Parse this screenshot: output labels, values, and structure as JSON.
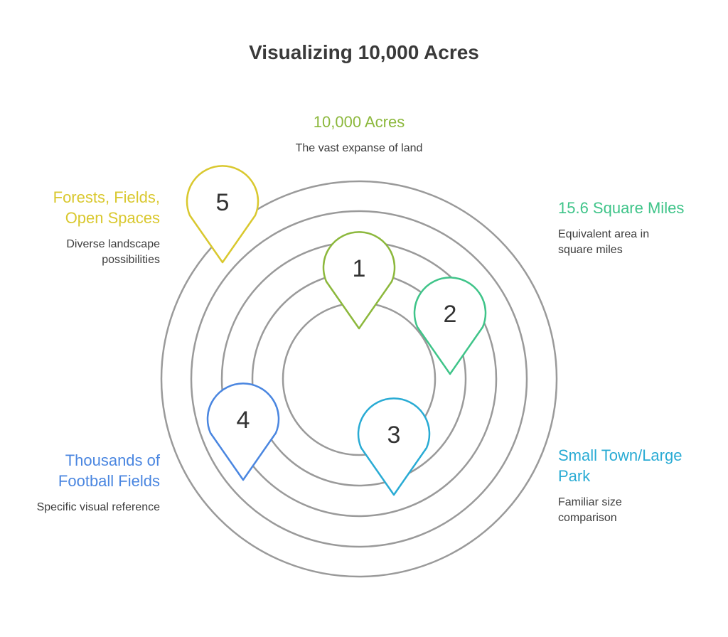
{
  "title": "Visualizing 10,000 Acres",
  "colors": {
    "ring": "#9a9a9a",
    "item1": "#8cb83c",
    "item2": "#3fc489",
    "item3": "#29abd4",
    "item4": "#4a86e0",
    "item5": "#d9c82e",
    "text_dark": "#3a3a3a"
  },
  "items": [
    {
      "number": "1",
      "heading": "10,000 Acres",
      "description": "The vast expanse of land",
      "color": "#8cb83c"
    },
    {
      "number": "2",
      "heading": "15.6 Square Miles",
      "description": "Equivalent area in\nsquare miles",
      "color": "#3fc489"
    },
    {
      "number": "3",
      "heading": "Small Town/Large\nPark",
      "description": "Familiar size\ncomparison",
      "color": "#29abd4"
    },
    {
      "number": "4",
      "heading": "Thousands of\nFootball Fields",
      "description": "Specific visual reference",
      "color": "#4a86e0"
    },
    {
      "number": "5",
      "heading": "Forests, Fields,\nOpen Spaces",
      "description": "Diverse landscape\npossibilities",
      "color": "#d9c82e"
    }
  ]
}
